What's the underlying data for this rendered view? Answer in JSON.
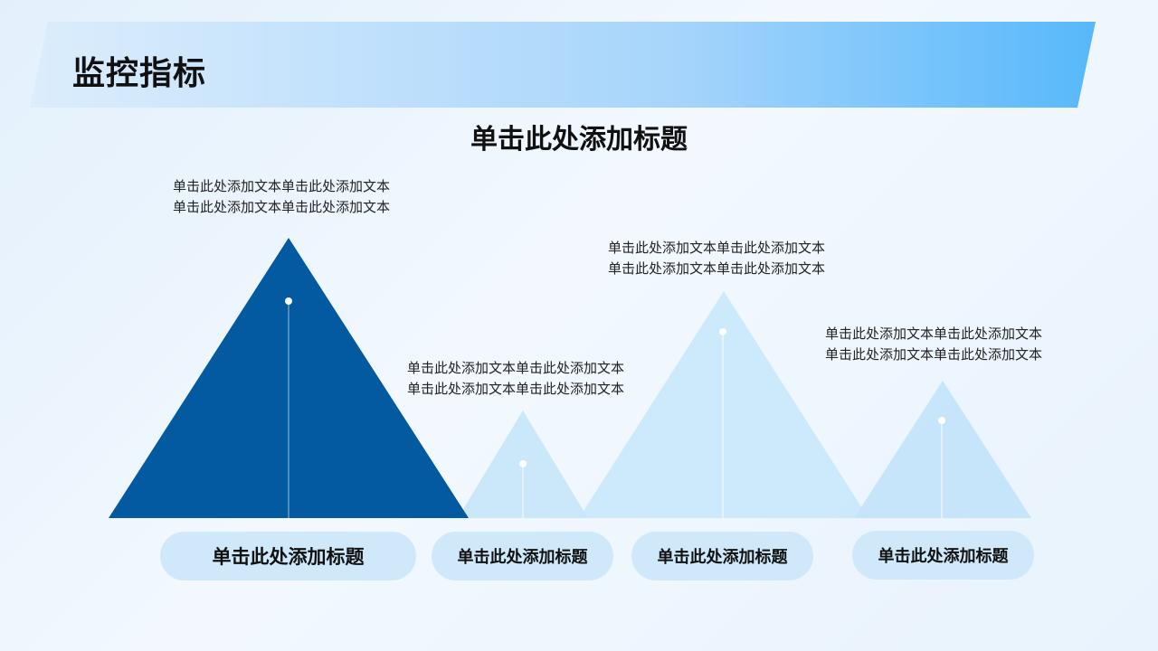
{
  "header": {
    "title": "监控指标"
  },
  "main_title": "单击此处添加标题",
  "colors": {
    "primary": "#035aa0",
    "light": "#c7e6fb",
    "pill": "#cfe9fb"
  },
  "items": [
    {
      "label": "单击此处添加标题",
      "desc_line1": "单击此处添加文本单击此处添加文本",
      "desc_line2": "单击此处添加文本单击此处添加文本"
    },
    {
      "label": "单击此处添加标题",
      "desc_line1": "单击此处添加文本单击此处添加文本",
      "desc_line2": "单击此处添加文本单击此处添加文本"
    },
    {
      "label": "单击此处添加标题",
      "desc_line1": "单击此处添加文本单击此处添加文本",
      "desc_line2": "单击此处添加文本单击此处添加文本"
    },
    {
      "label": "单击此处添加标题",
      "desc_line1": "单击此处添加文本单击此处添加文本",
      "desc_line2": "单击此处添加文本单击此处添加文本"
    }
  ]
}
